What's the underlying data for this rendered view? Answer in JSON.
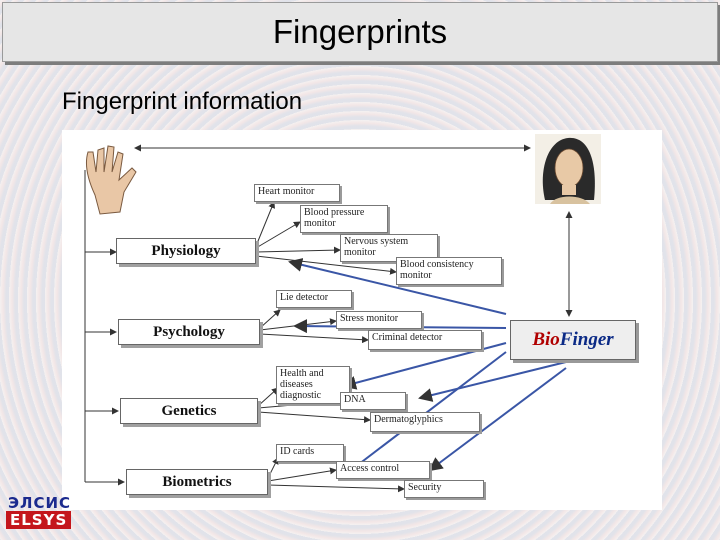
{
  "title": "Fingerprints",
  "subtitle": "Fingerprint information",
  "diagram": {
    "categories": [
      "Physiology",
      "Psychology",
      "Genetics",
      "Biometrics"
    ],
    "applications": [
      "Heart monitor",
      "Blood pressure\nmonitor",
      "Nervous system\nmonitor",
      "Blood consistency\nmonitor",
      "Lie detector",
      "Stress monitor",
      "Criminal detector",
      "Health and\ndiseases\ndiagnostic",
      "DNA",
      "Dermatoglyphics",
      "ID cards",
      "Access control",
      "Security"
    ],
    "hub_part1": "Bio",
    "hub_part2": "Finger"
  },
  "logo": {
    "line1": "ЭЛСИС",
    "line2": "ELSYS",
    "color_blue": "#1b2a8e",
    "color_red": "#c4161c"
  }
}
